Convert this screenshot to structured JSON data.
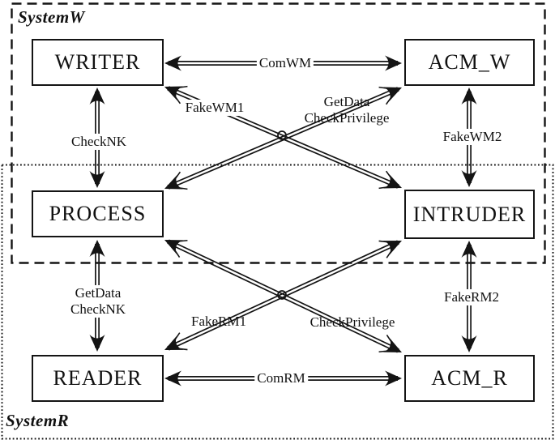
{
  "colors": {
    "line": "#141414",
    "background": "#ffffff",
    "text": "#111111"
  },
  "regions": {
    "systemw": {
      "label": "SystemW",
      "border_style": "dashed"
    },
    "systemr": {
      "label": "SystemR",
      "border_style": "dotted"
    }
  },
  "nodes": {
    "writer": {
      "label": "WRITER"
    },
    "acm_w": {
      "label": "ACM_W"
    },
    "process": {
      "label": "PROCESS"
    },
    "intruder": {
      "label": "INTRUDER"
    },
    "reader": {
      "label": "READER"
    },
    "acm_r": {
      "label": "ACM_R"
    }
  },
  "edges": {
    "comwm": {
      "label": "ComWM",
      "from": "WRITER",
      "to": "ACM_W",
      "arrows": "both"
    },
    "checknk": {
      "label": "CheckNK",
      "from": "WRITER",
      "to": "PROCESS",
      "arrows": "both"
    },
    "fakewm1": {
      "label": "FakeWM1",
      "from": "INTRUDER",
      "to": "WRITER",
      "arrows": "both"
    },
    "getdata_checkprivilege": {
      "line1": "GetData",
      "line2": "CheckPrivilege",
      "from": "PROCESS",
      "to": "ACM_W",
      "arrows": "both"
    },
    "fakewm2": {
      "label": "FakeWM2",
      "from": "ACM_W",
      "to": "INTRUDER",
      "arrows": "both"
    },
    "getdata_checknk": {
      "line1": "GetData",
      "line2": "CheckNK",
      "from": "PROCESS",
      "to": "READER",
      "arrows": "both"
    },
    "fakerm1": {
      "label": "FakeRM1",
      "from": "INTRUDER",
      "to": "READER",
      "arrows": "both"
    },
    "checkprivilege": {
      "label": "CheckPrivilege",
      "from": "PROCESS",
      "to": "ACM_R",
      "arrows": "both"
    },
    "fakerm2": {
      "label": "FakeRM2",
      "from": "INTRUDER",
      "to": "ACM_R",
      "arrows": "both"
    },
    "comrm": {
      "label": "ComRM",
      "from": "READER",
      "to": "ACM_R",
      "arrows": "both"
    }
  }
}
